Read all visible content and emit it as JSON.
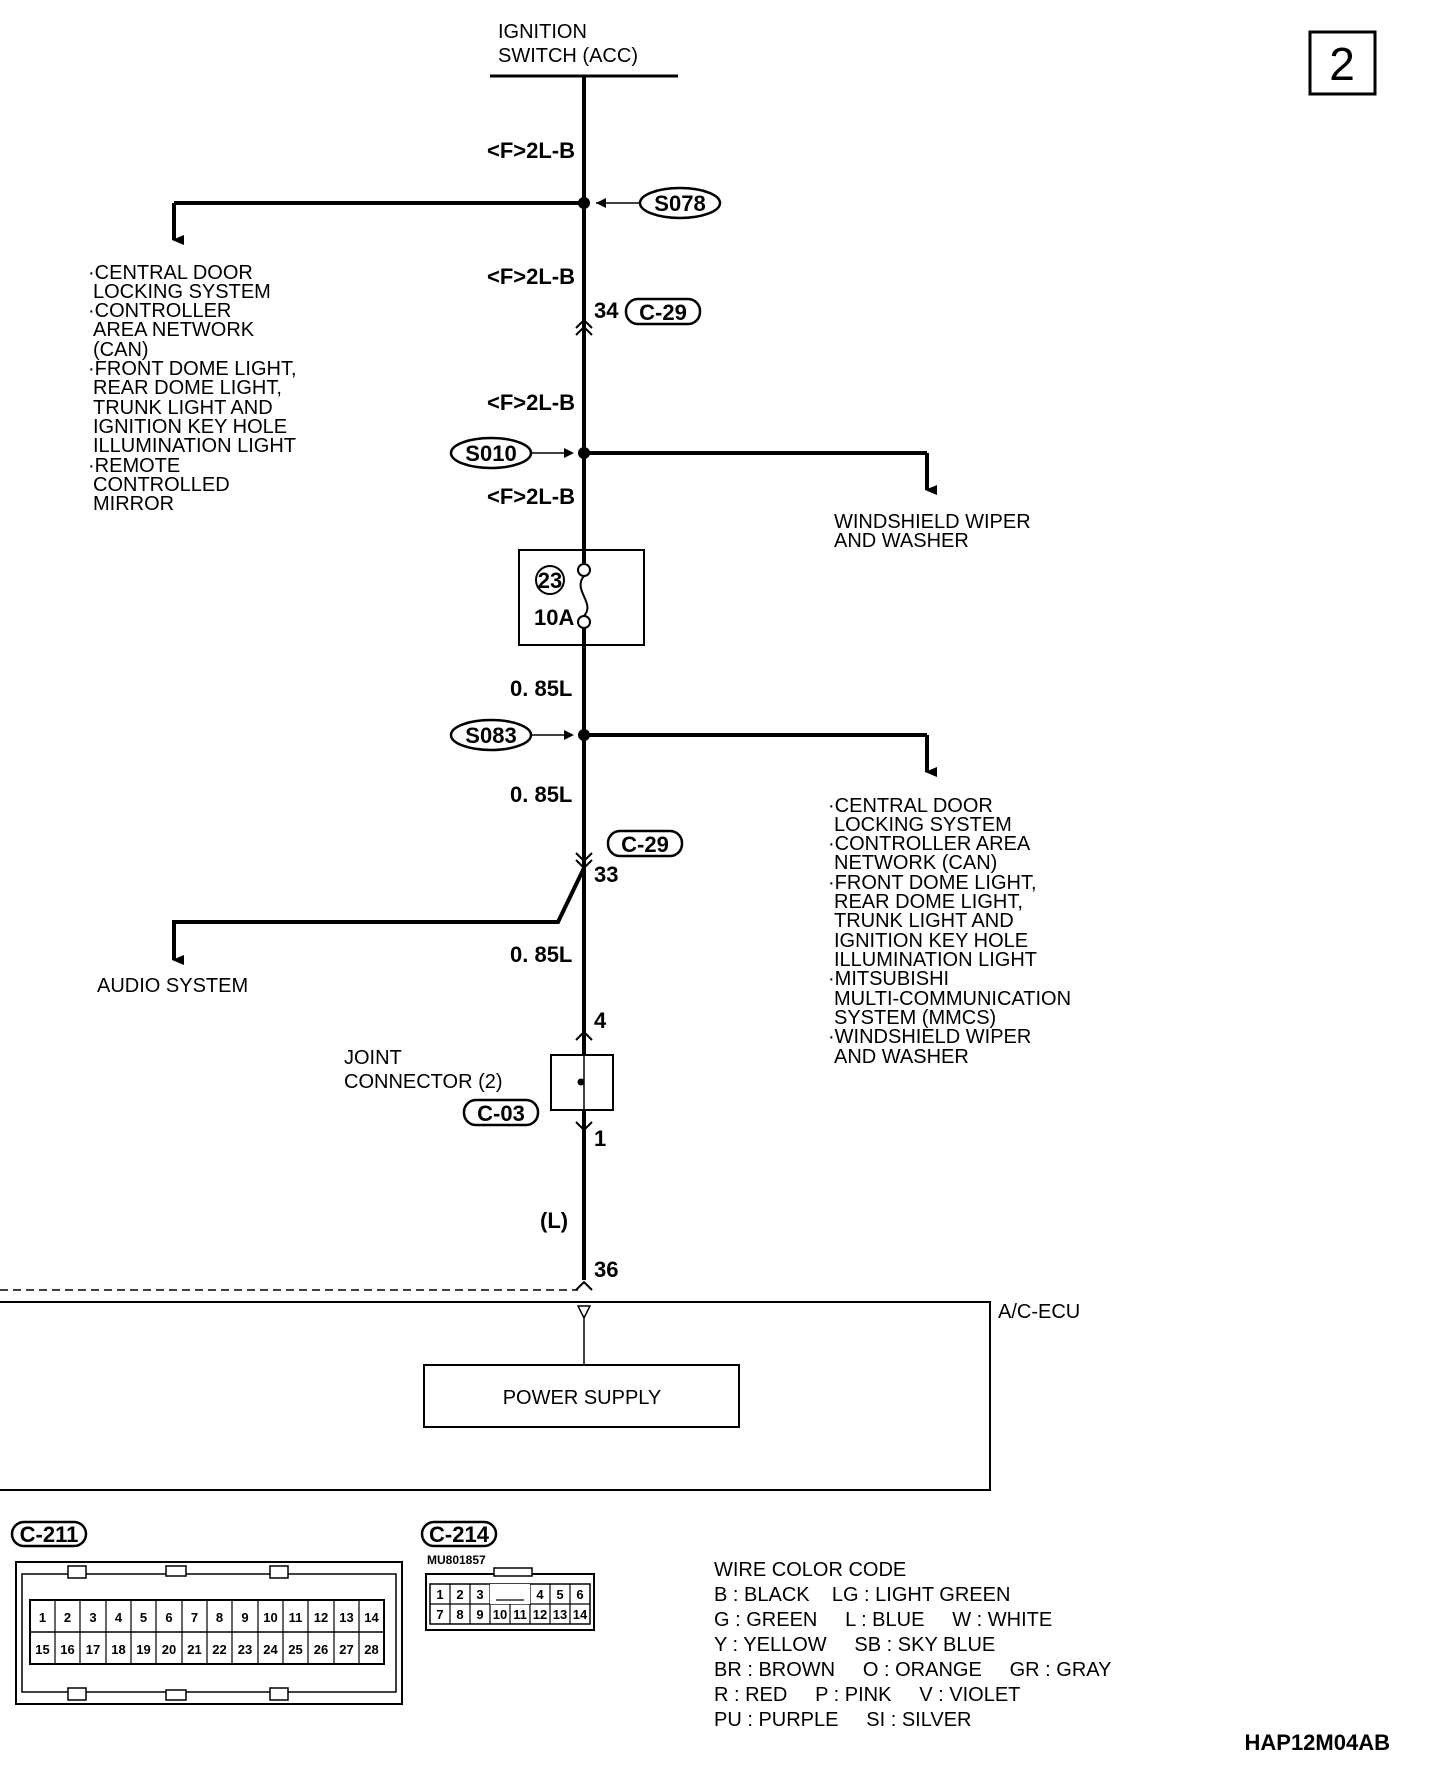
{
  "page": {
    "number": "2",
    "drawing_code": "HAP12M04AB"
  },
  "source": {
    "line1": "IGNITION",
    "line2": "SWITCH (ACC)"
  },
  "wires": {
    "w1": "<F>2L-B",
    "w2": "<F>2L-B",
    "w3": "<F>2L-B",
    "w4": "<F>2L-B",
    "w5": "0. 85L",
    "w6": "0. 85L",
    "w7": "0. 85L",
    "w8": "(L)"
  },
  "splices": {
    "s1": "S078",
    "s2": "S010",
    "s3": "S083"
  },
  "connectors": {
    "c29_top_pin": "34",
    "c29_top": "C-29",
    "c29_bottom": "C-29",
    "c29_bottom_pin": "33",
    "joint_pin_top": "4",
    "joint_pin_bottom": "1",
    "joint_connector_line1": "JOINT",
    "joint_connector_line2": "CONNECTOR (2)",
    "joint_connector_id": "C-03",
    "ecu_pin": "36"
  },
  "fuse": {
    "number": "23",
    "rating": "10A"
  },
  "left_branch_top": [
    "·CENTRAL DOOR",
    "LOCKING SYSTEM",
    "·CONTROLLER",
    "AREA NETWORK",
    "(CAN)",
    "·FRONT DOME LIGHT,",
    "REAR DOME LIGHT,",
    "TRUNK LIGHT AND",
    "IGNITION KEY HOLE",
    "ILLUMINATION LIGHT",
    "·REMOTE",
    "CONTROLLED",
    "MIRROR"
  ],
  "right_branch_mid": [
    "WINDSHIELD WIPER",
    "AND WASHER"
  ],
  "right_branch_low": [
    "·CENTRAL DOOR",
    "LOCKING SYSTEM",
    "·CONTROLLER AREA",
    "NETWORK (CAN)",
    "·FRONT DOME LIGHT,",
    "REAR DOME LIGHT,",
    "TRUNK LIGHT AND",
    "IGNITION KEY HOLE",
    "ILLUMINATION LIGHT",
    "·MITSUBISHI",
    "MULTI-COMMUNICATION",
    "SYSTEM (MMCS)",
    "·WINDSHIELD WIPER",
    "AND WASHER"
  ],
  "audio": "AUDIO SYSTEM",
  "ecu": {
    "name": "A/C-ECU",
    "block": "POWER SUPPLY"
  },
  "connector_c211": {
    "id": "C-211",
    "row1": [
      "1",
      "2",
      "3",
      "4",
      "5",
      "6",
      "7",
      "8",
      "9",
      "10",
      "11",
      "12",
      "13",
      "14"
    ],
    "row2": [
      "15",
      "16",
      "17",
      "18",
      "19",
      "20",
      "21",
      "22",
      "23",
      "24",
      "25",
      "26",
      "27",
      "28"
    ]
  },
  "connector_c214": {
    "id": "C-214",
    "part": "MU801857",
    "row1": [
      "1",
      "2",
      "3",
      "4",
      "5",
      "6"
    ],
    "row2": [
      "7",
      "8",
      "9",
      "10",
      "11",
      "12",
      "13",
      "14"
    ]
  },
  "color_code": {
    "title": "WIRE COLOR CODE",
    "lines": [
      "B : BLACK    LG : LIGHT GREEN",
      "G : GREEN     L : BLUE     W : WHITE",
      "Y : YELLOW     SB : SKY BLUE",
      "BR : BROWN     O : ORANGE     GR : GRAY",
      "R : RED     P : PINK     V : VIOLET",
      "PU : PURPLE     SI : SILVER"
    ]
  }
}
